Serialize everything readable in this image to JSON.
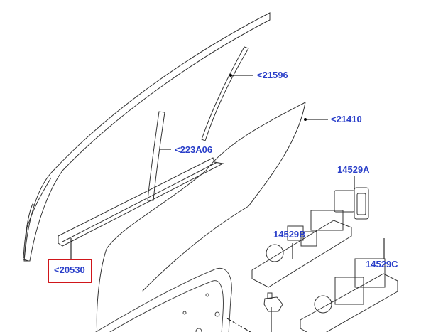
{
  "callouts": {
    "c21596": "<21596",
    "c21410": "<21410",
    "c223A06": "<223A06",
    "c14529A": "14529A",
    "c14529B": "14529B",
    "c14529C": "14529C",
    "c20530": "<20530"
  },
  "highlight_color": "#d0161a",
  "label_color": "#2a3fc9"
}
